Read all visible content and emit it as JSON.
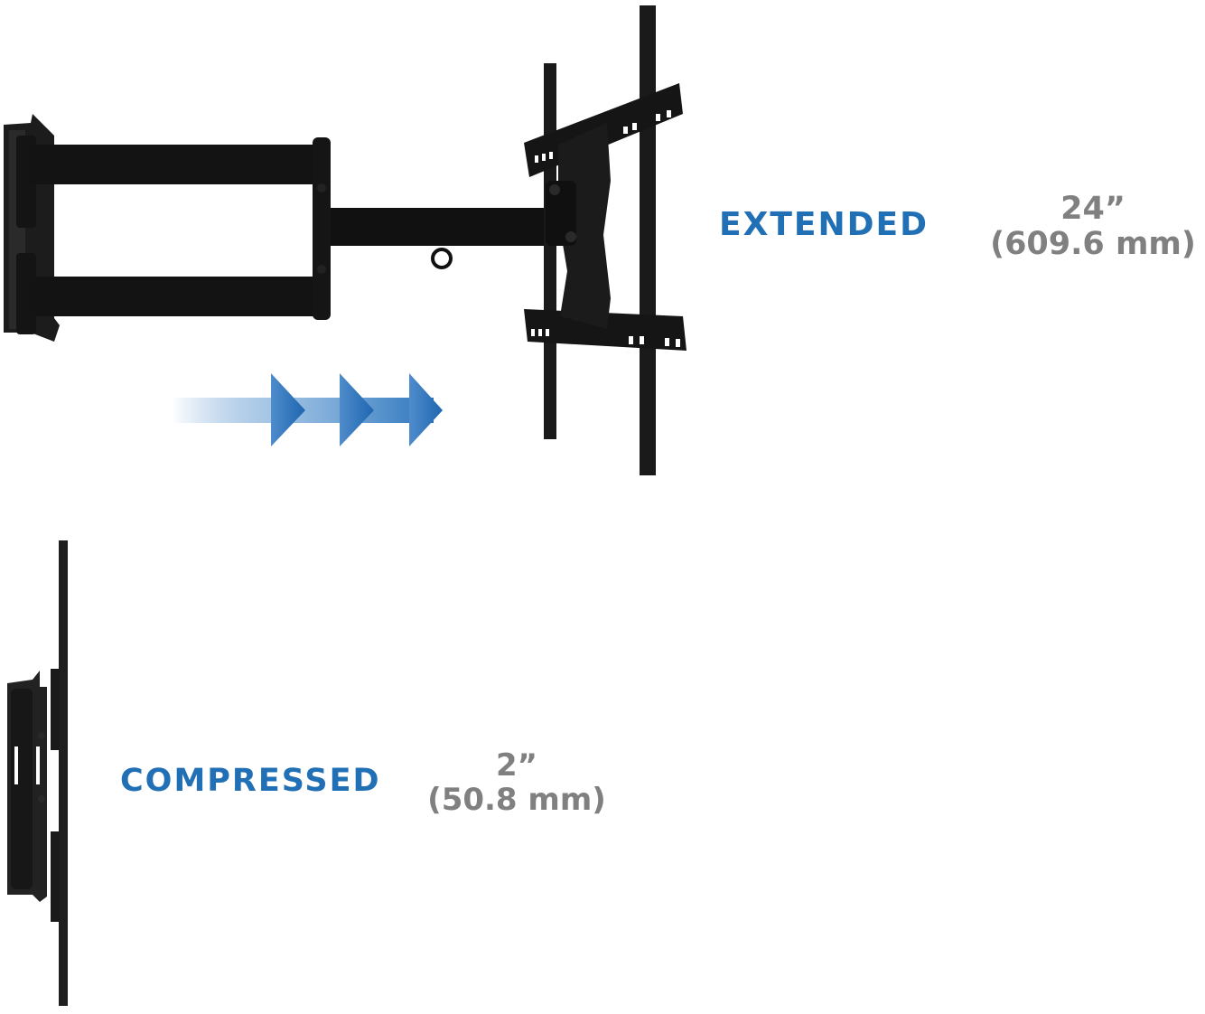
{
  "extended": {
    "label": "EXTENDED",
    "inches": "24”",
    "metric": "(609.6 mm)"
  },
  "compressed": {
    "label": "COMPRESSED",
    "inches": "2”",
    "metric": "(50.8 mm)"
  },
  "colors": {
    "label_blue": "#2170b6",
    "measure_gray": "#808080",
    "arrow_blue": "#2b74bd",
    "mount_black": "#1a1a1a"
  },
  "icons": {
    "arrows": "triple-right-arrow-icon"
  }
}
